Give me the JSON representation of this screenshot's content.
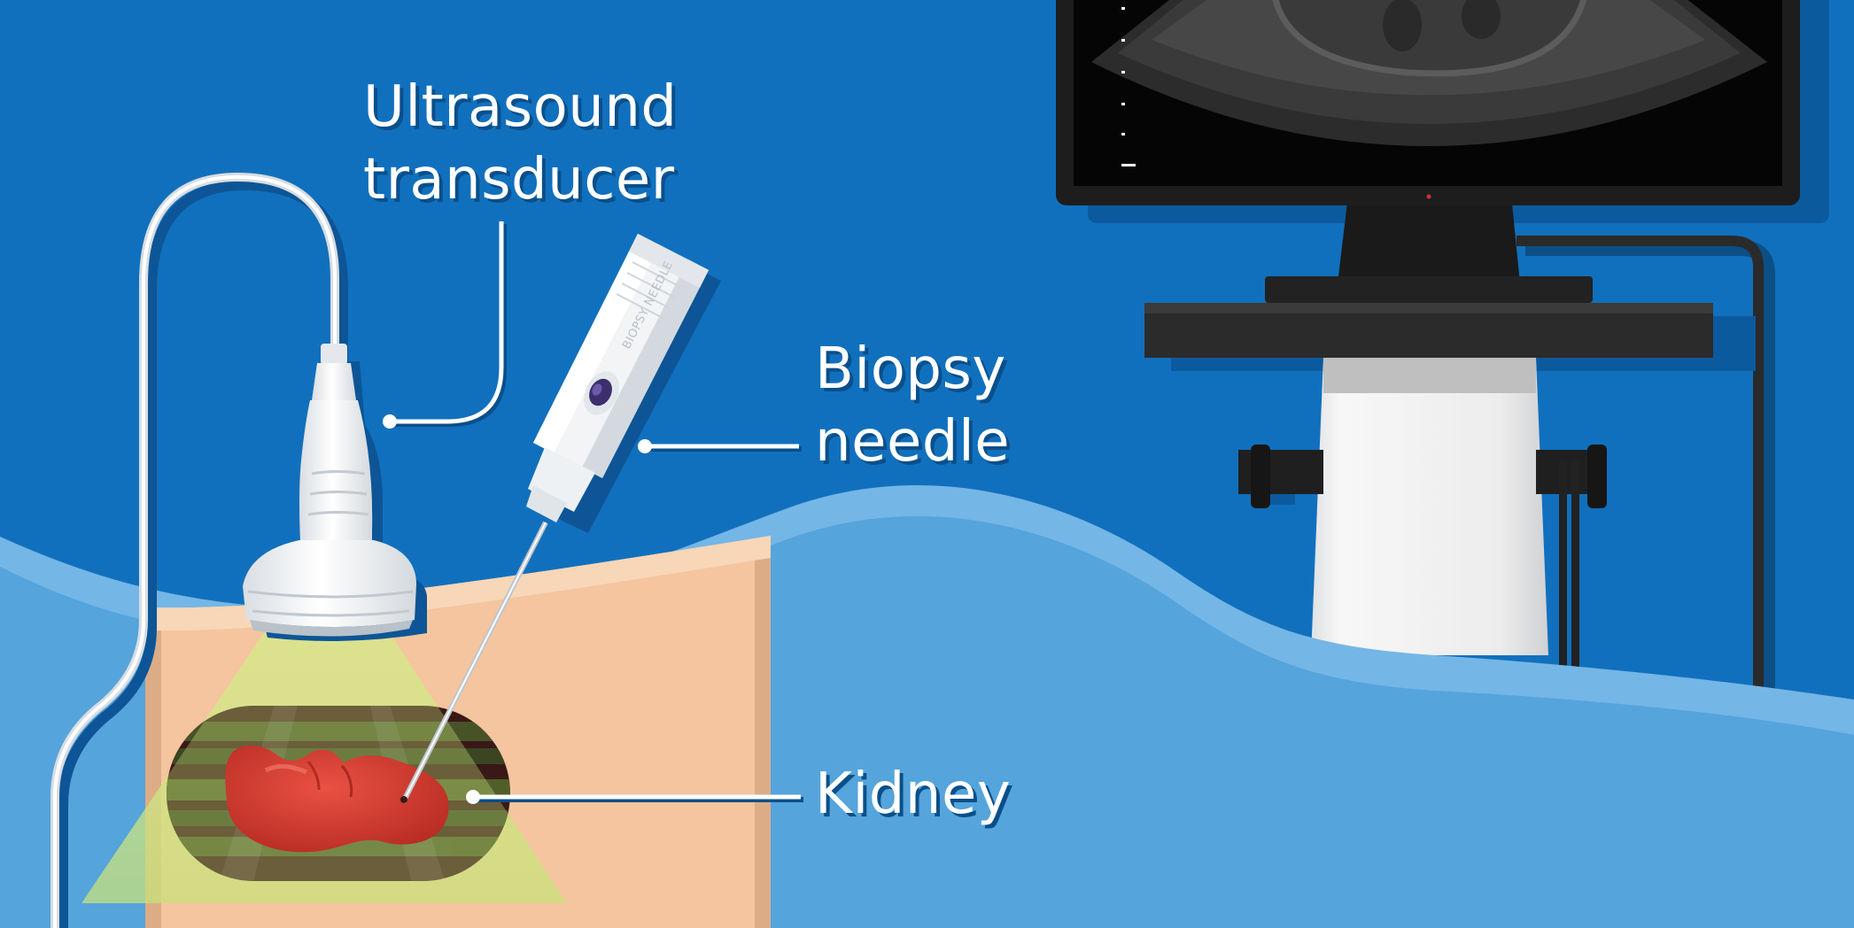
{
  "labels": {
    "transducer_line1": "Ultrasound",
    "transducer_line2": "transducer",
    "needle_line1": "Biopsy",
    "needle_line2": "needle",
    "kidney": "Kidney"
  },
  "needle_brand": "BIOPSY NEEDLE",
  "colors": {
    "background": "#1170bd",
    "bed_light": "#74b6e6",
    "bed": "#55a4dc",
    "skin": "#f5c8a0",
    "scan_beam": "#c8e27a",
    "kidney": "#d43a2f",
    "device_white": "#f2f4f6",
    "monitor": "#1b1b1b",
    "leader_line": "#ffffff"
  }
}
